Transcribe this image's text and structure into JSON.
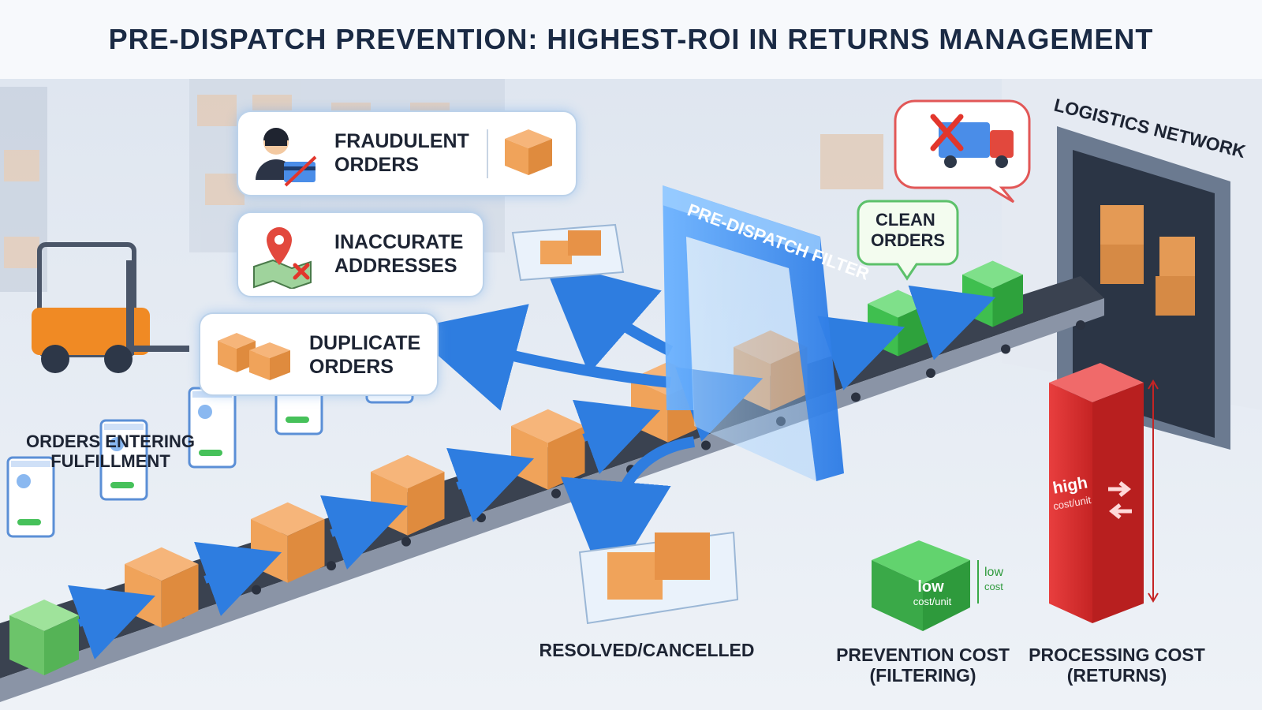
{
  "title": "PRE-DISPATCH PREVENTION: HIGHEST-ROI IN RETURNS MANAGEMENT",
  "labels": {
    "orders_entering": "ORDERS ENTERING FULFILLMENT",
    "resolved": "RESOLVED/CANCELLED",
    "logistics": "LOGISTICS NETWORK",
    "filter": "PRE-DISPATCH FILTER",
    "clean": "CLEAN ORDERS"
  },
  "callouts": {
    "fraudulent": "FRAUDULENT ORDERS",
    "inaccurate": "INACCURATE ADDRESSES",
    "duplicate": "DUPLICATE ORDERS"
  },
  "costs": {
    "low_label": "low",
    "low_unit": "cost/unit",
    "low_side": "low",
    "low_side2": "cost",
    "high_label": "high",
    "high_unit": "cost/unit",
    "prevention": "PREVENTION COST (FILTERING)",
    "processing": "PROCESSING COST (RETURNS)"
  },
  "colors": {
    "title": "#1a2a44",
    "box": "#f0a35a",
    "clean_box": "#3fbf4f",
    "filter": "#3d8ff0",
    "high_bar": "#e53b3b",
    "low_box": "#39b54a",
    "arrow": "#2e7de0"
  },
  "icons": [
    "thief-icon",
    "credit-card-blocked-icon",
    "package-icon",
    "map-pin-error-icon",
    "duplicate-boxes-icon",
    "truck-blocked-icon",
    "forklift-icon",
    "exchange-arrows-icon"
  ]
}
